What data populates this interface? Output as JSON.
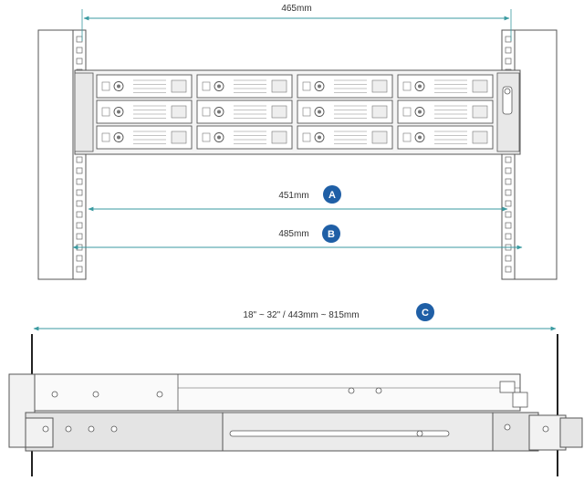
{
  "dimensions": {
    "top_width": "465mm",
    "a_width": "451mm",
    "b_width": "485mm",
    "c_length": "18\" ~ 32\"  /  443mm ~ 815mm"
  },
  "badges": {
    "a": "A",
    "b": "B",
    "c": "C"
  },
  "colors": {
    "dimension_line": "#3a9aa0",
    "badge_fill": "#1f5fa6",
    "outline": "#555555",
    "rail_fill": "#e4e4e4"
  }
}
